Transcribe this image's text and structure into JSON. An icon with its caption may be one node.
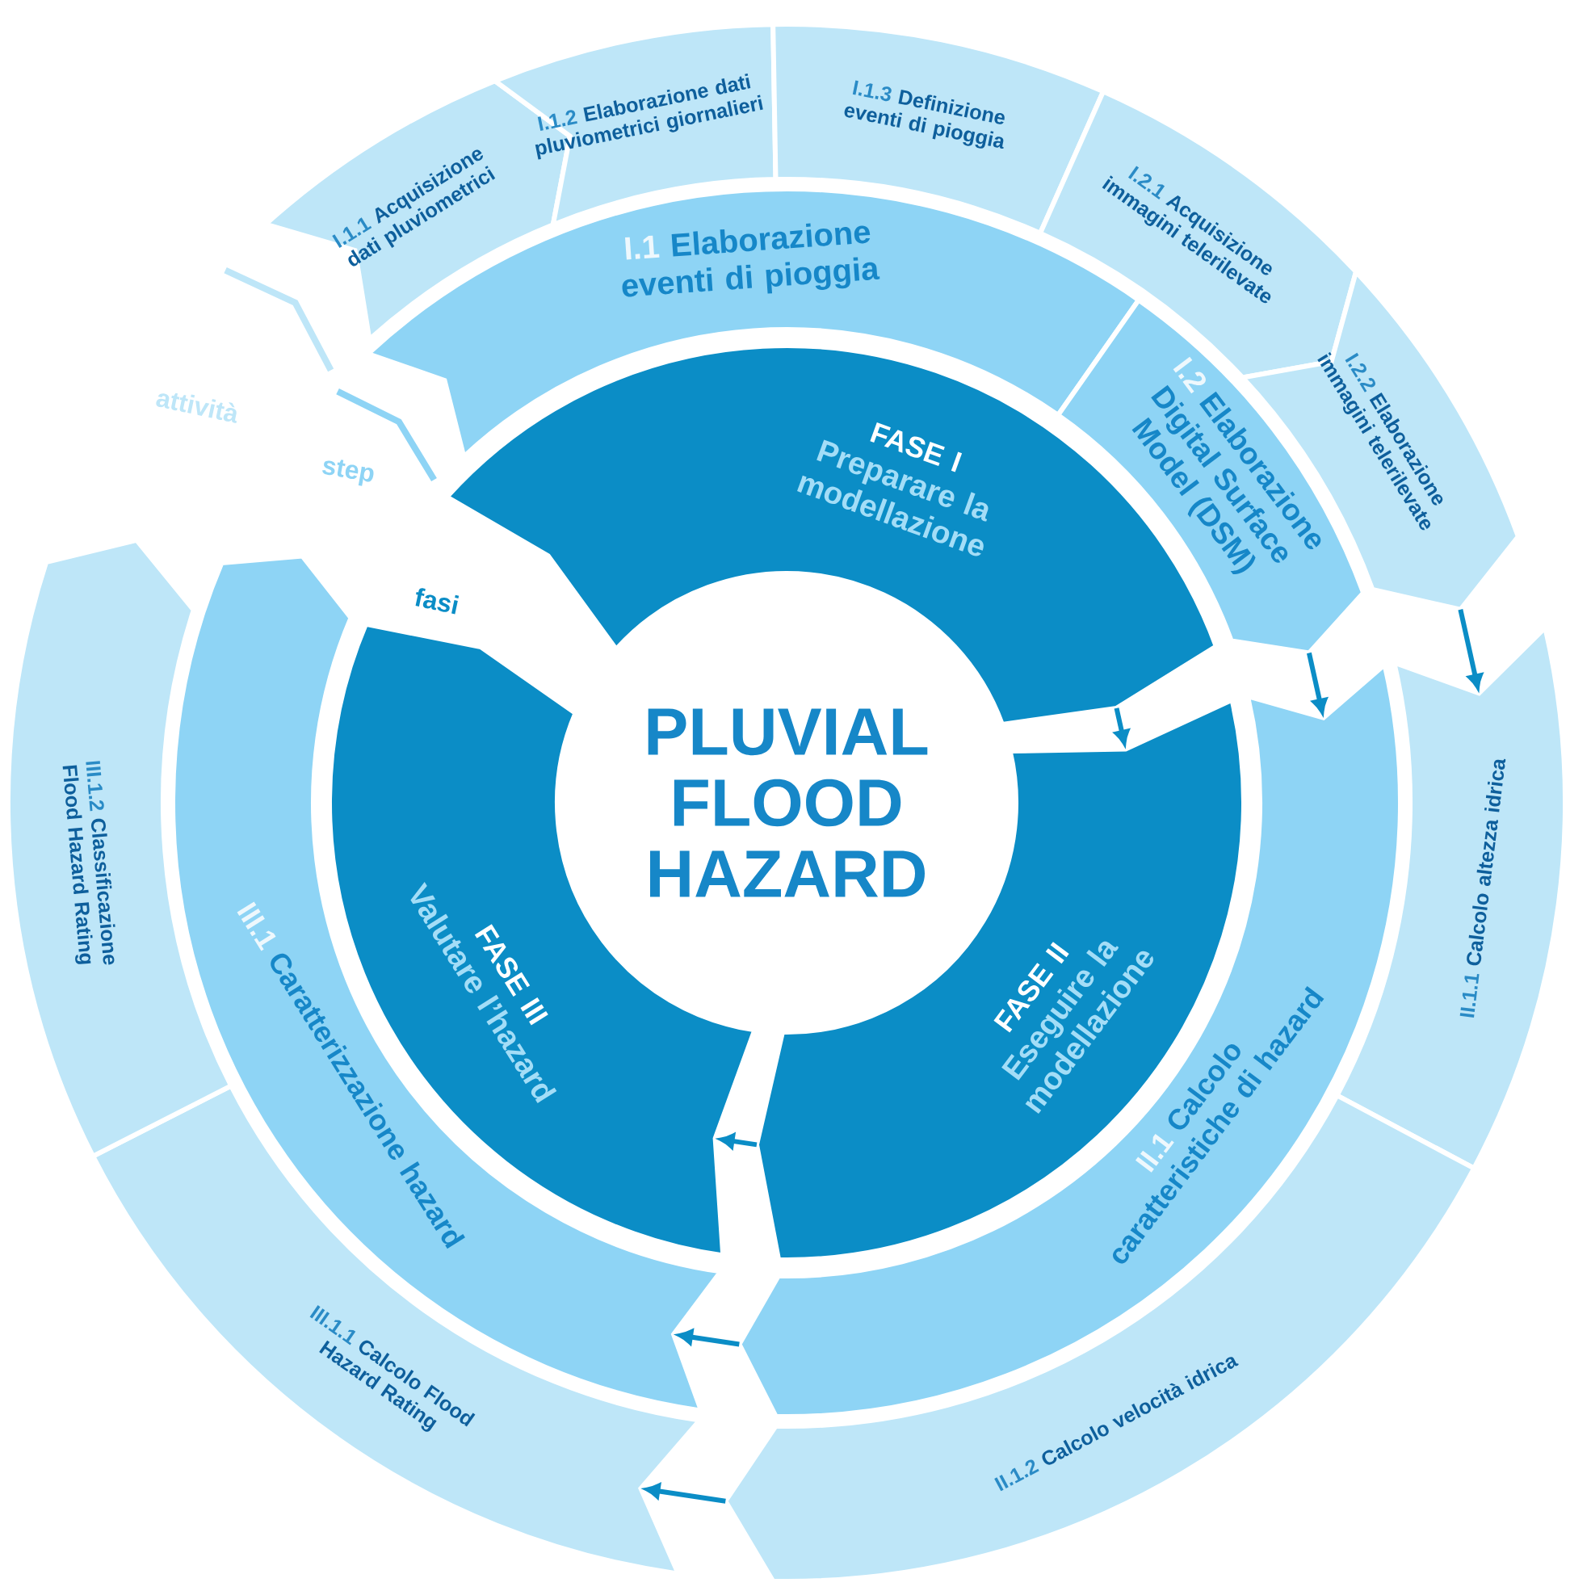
{
  "diagram": {
    "nodes": [
      {
        "text": [
          "PLUVIAL FLOOD HAZARD"
        ]
      },
      {
        "text": [
          "FASE I",
          "Preparare la modellazione"
        ]
      },
      {
        "text": [
          "FASE II",
          "Eseguire la modellazione"
        ]
      },
      {
        "text": [
          "FASE III",
          "Valutare l’hazard"
        ]
      },
      {
        "text": [
          "I.1",
          "Elaborazione eventi di pioggia"
        ]
      },
      {
        "text": [
          "I.2",
          "Elaborazione Digital Surface Model (DSM)"
        ]
      },
      {
        "text": [
          "II.1",
          "Calcolo caratteristiche di hazard"
        ]
      },
      {
        "text": [
          "III.1",
          "Caratterizzazione hazard"
        ]
      },
      {
        "text": [
          "I.1.1",
          "Acquisizione dati pluviometrici"
        ]
      },
      {
        "text": [
          "I.1.2",
          "Elaborazione dati pluviometrici giornalieri"
        ]
      },
      {
        "text": [
          "I.1.3",
          "Definizione eventi di pioggia"
        ]
      },
      {
        "text": [
          "I.2.1",
          "Acquisizione immagini telerilevate"
        ]
      },
      {
        "text": [
          "I.2.2",
          "Elaborazione immagini telerilevate"
        ]
      },
      {
        "text": [
          "II.1.1",
          "Calcolo altezza idrica"
        ]
      },
      {
        "text": [
          "II.1.2",
          "Calcolo velocità idrica"
        ]
      },
      {
        "text": [
          "III.1.1",
          "Calcolo Flood Hazard Rating"
        ]
      },
      {
        "text": [
          "III.1.2",
          "Classificazione Flood Hazard Rating"
        ]
      }
    ],
    "edges": [
      {
        "from": 1,
        "to": 2,
        "arrow": "to"
      },
      {
        "from": 2,
        "to": 3,
        "arrow": "to"
      },
      {
        "from": 5,
        "to": 6,
        "arrow": "to"
      },
      {
        "from": 6,
        "to": 7,
        "arrow": "to"
      },
      {
        "from": 12,
        "to": 13,
        "arrow": "to"
      },
      {
        "from": 14,
        "to": 15,
        "arrow": "to"
      }
    ],
    "labels": [
      "attività",
      "step",
      "fasi"
    ]
  }
}
